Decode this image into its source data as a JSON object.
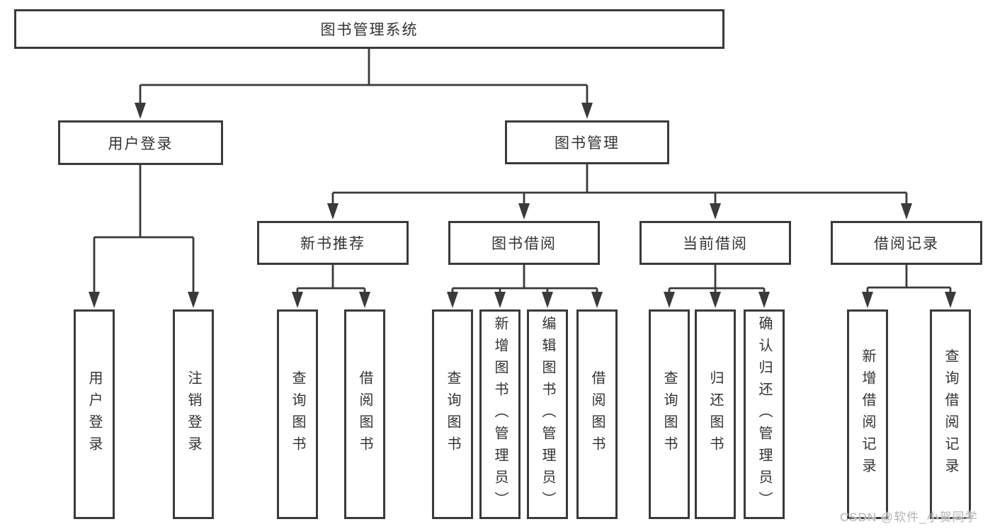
{
  "watermark": "CSDN @软件_小贺同学",
  "colors": {
    "line": "#3a3a3a",
    "box_border": "#3a3a3a",
    "text": "#333333",
    "background": "#ffffff",
    "watermark": "#b3b3b3"
  },
  "tree": {
    "label": "图书管理系统",
    "children": [
      {
        "label": "用户登录",
        "children": [
          {
            "label": "用户登录"
          },
          {
            "label": "注销登录"
          }
        ]
      },
      {
        "label": "图书管理",
        "children": [
          {
            "label": "新书推荐",
            "children": [
              {
                "label": "查询图书"
              },
              {
                "label": "借阅图书"
              }
            ]
          },
          {
            "label": "图书借阅",
            "children": [
              {
                "label": "查询图书"
              },
              {
                "label": "新增图书（管理员）"
              },
              {
                "label": "编辑图书（管理员）"
              },
              {
                "label": "借阅图书"
              }
            ]
          },
          {
            "label": "当前借阅",
            "children": [
              {
                "label": "查询图书"
              },
              {
                "label": "归还图书"
              },
              {
                "label": "确认归还（管理员）"
              }
            ]
          },
          {
            "label": "借阅记录",
            "children": [
              {
                "label": "新增借阅记录"
              },
              {
                "label": "查询借阅记录"
              }
            ]
          }
        ]
      }
    ]
  }
}
